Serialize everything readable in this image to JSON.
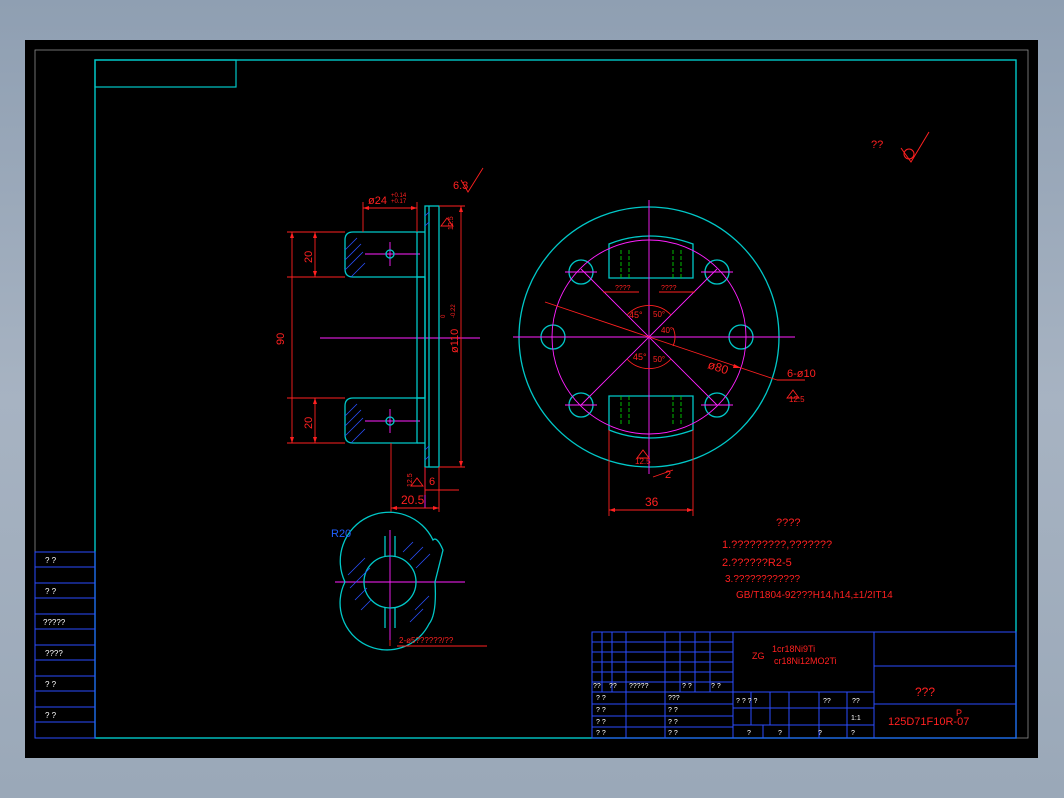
{
  "colors": {
    "background": "#000000",
    "frame": "#00c8c8",
    "dimension": "#ff2020",
    "centerline": "#ff20ff",
    "hidden": "#00d000",
    "note": "#2060ff",
    "titleblock": "#2a4cff"
  },
  "view_side": {
    "dim_dia24": "ø24",
    "dim_dia24_tol_top": "+0.14",
    "dim_dia24_tol_bottom": "+0.17",
    "roughness_63": "6.3",
    "roughness_125_top": "12.5",
    "dim_20_top": "20",
    "dim_90": "90",
    "dim_20_bottom": "20",
    "dim_dia110": "ø110",
    "dim_dia110_tol_top": "0",
    "dim_dia110_tol_bottom": "-0.22",
    "roughness_125_bottom": "12.5",
    "dim_6": "6",
    "dim_205": "20.5"
  },
  "view_front": {
    "label_left": "????",
    "label_right": "????",
    "angle_45_top": "45°",
    "angle_50_top": "50°",
    "angle_40": "40°",
    "angle_45_bottom": "45°",
    "angle_50_bottom": "50°",
    "dim_dia80": "ø80",
    "dim_holes": "6-ø10",
    "roughness_holes": "12.5",
    "roughness_slot": "12.5",
    "dim_2": "2",
    "dim_36": "36"
  },
  "view_section": {
    "radius_label": "R20",
    "hole_note": "2-ø5??????/??"
  },
  "surface_finish": {
    "label": "??"
  },
  "tech_notes": {
    "title": "????",
    "line1": "1.?????????,???????",
    "line2": "2.??????R2-5",
    "line3": "3.????????????",
    "line4": "GB/T1804-92???H14,h14,±1/2IT14"
  },
  "left_strip": [
    "? ?",
    "? ?",
    "?????",
    "????",
    "? ?",
    "? ?"
  ],
  "title_block": {
    "material_prefix": "ZG",
    "material_line1": "1cr18Ni9Ti",
    "material_line2": "cr18Ni12MO2Ti",
    "header_row": [
      "??",
      "??",
      "?????",
      "? ?",
      "? ?"
    ],
    "left_rows": [
      [
        "? ?",
        "???"
      ],
      [
        "? ?",
        "? ?"
      ],
      [
        "? ?",
        "? ?"
      ],
      [
        "? ?",
        "? ?"
      ]
    ],
    "mid_header": [
      "? ? ? ?",
      "??",
      "??"
    ],
    "scale": "1:1",
    "bottom_row": [
      "?",
      "?",
      "?",
      "?"
    ],
    "part_name": "???",
    "drawing_number": "125D71F10R-07",
    "drawing_suffix": "P"
  }
}
